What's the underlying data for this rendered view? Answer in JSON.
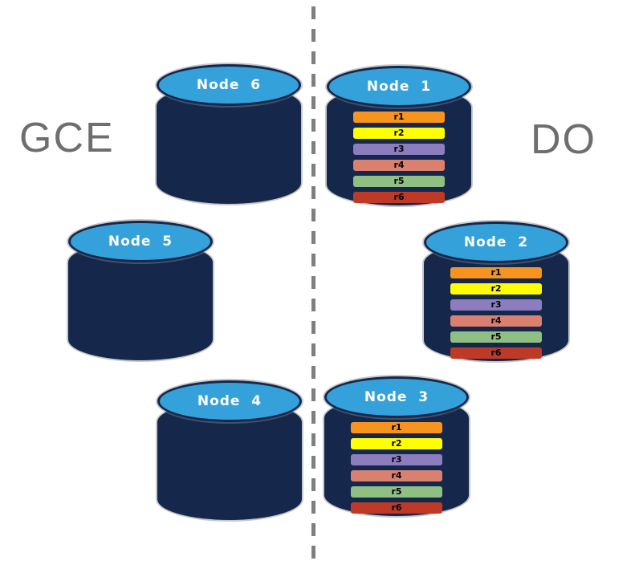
{
  "zones": {
    "left": {
      "label": "GCE"
    },
    "right": {
      "label": "DO"
    }
  },
  "divider": {
    "kind": "dashed-vertical-line"
  },
  "colors": {
    "cylinder_top": "#35A1DA",
    "cylinder_body": "#15274B",
    "divider": "#7F7F7F",
    "zone_label_text": "#6E6E6E",
    "node_label_text": "#FFFFFF",
    "range_label_text": "#000000",
    "ranges": {
      "r1": "#F7941E",
      "r2": "#FFFF00",
      "r3": "#8C7EBE",
      "r4": "#D9806F",
      "r5": "#90BF84",
      "r6": "#BE3A26"
    }
  },
  "nodes": [
    {
      "id": "node6",
      "zone": "GCE",
      "label": "Node  6",
      "ranges": []
    },
    {
      "id": "node1",
      "zone": "DO",
      "label": "Node  1",
      "ranges": [
        "r1",
        "r2",
        "r3",
        "r4",
        "r5",
        "r6"
      ]
    },
    {
      "id": "node5",
      "zone": "GCE",
      "label": "Node  5",
      "ranges": []
    },
    {
      "id": "node2",
      "zone": "DO",
      "label": "Node  2",
      "ranges": [
        "r1",
        "r2",
        "r3",
        "r4",
        "r5",
        "r6"
      ]
    },
    {
      "id": "node4",
      "zone": "GCE",
      "label": "Node  4",
      "ranges": []
    },
    {
      "id": "node3",
      "zone": "DO",
      "label": "Node  3",
      "ranges": [
        "r1",
        "r2",
        "r3",
        "r4",
        "r5",
        "r6"
      ]
    }
  ]
}
